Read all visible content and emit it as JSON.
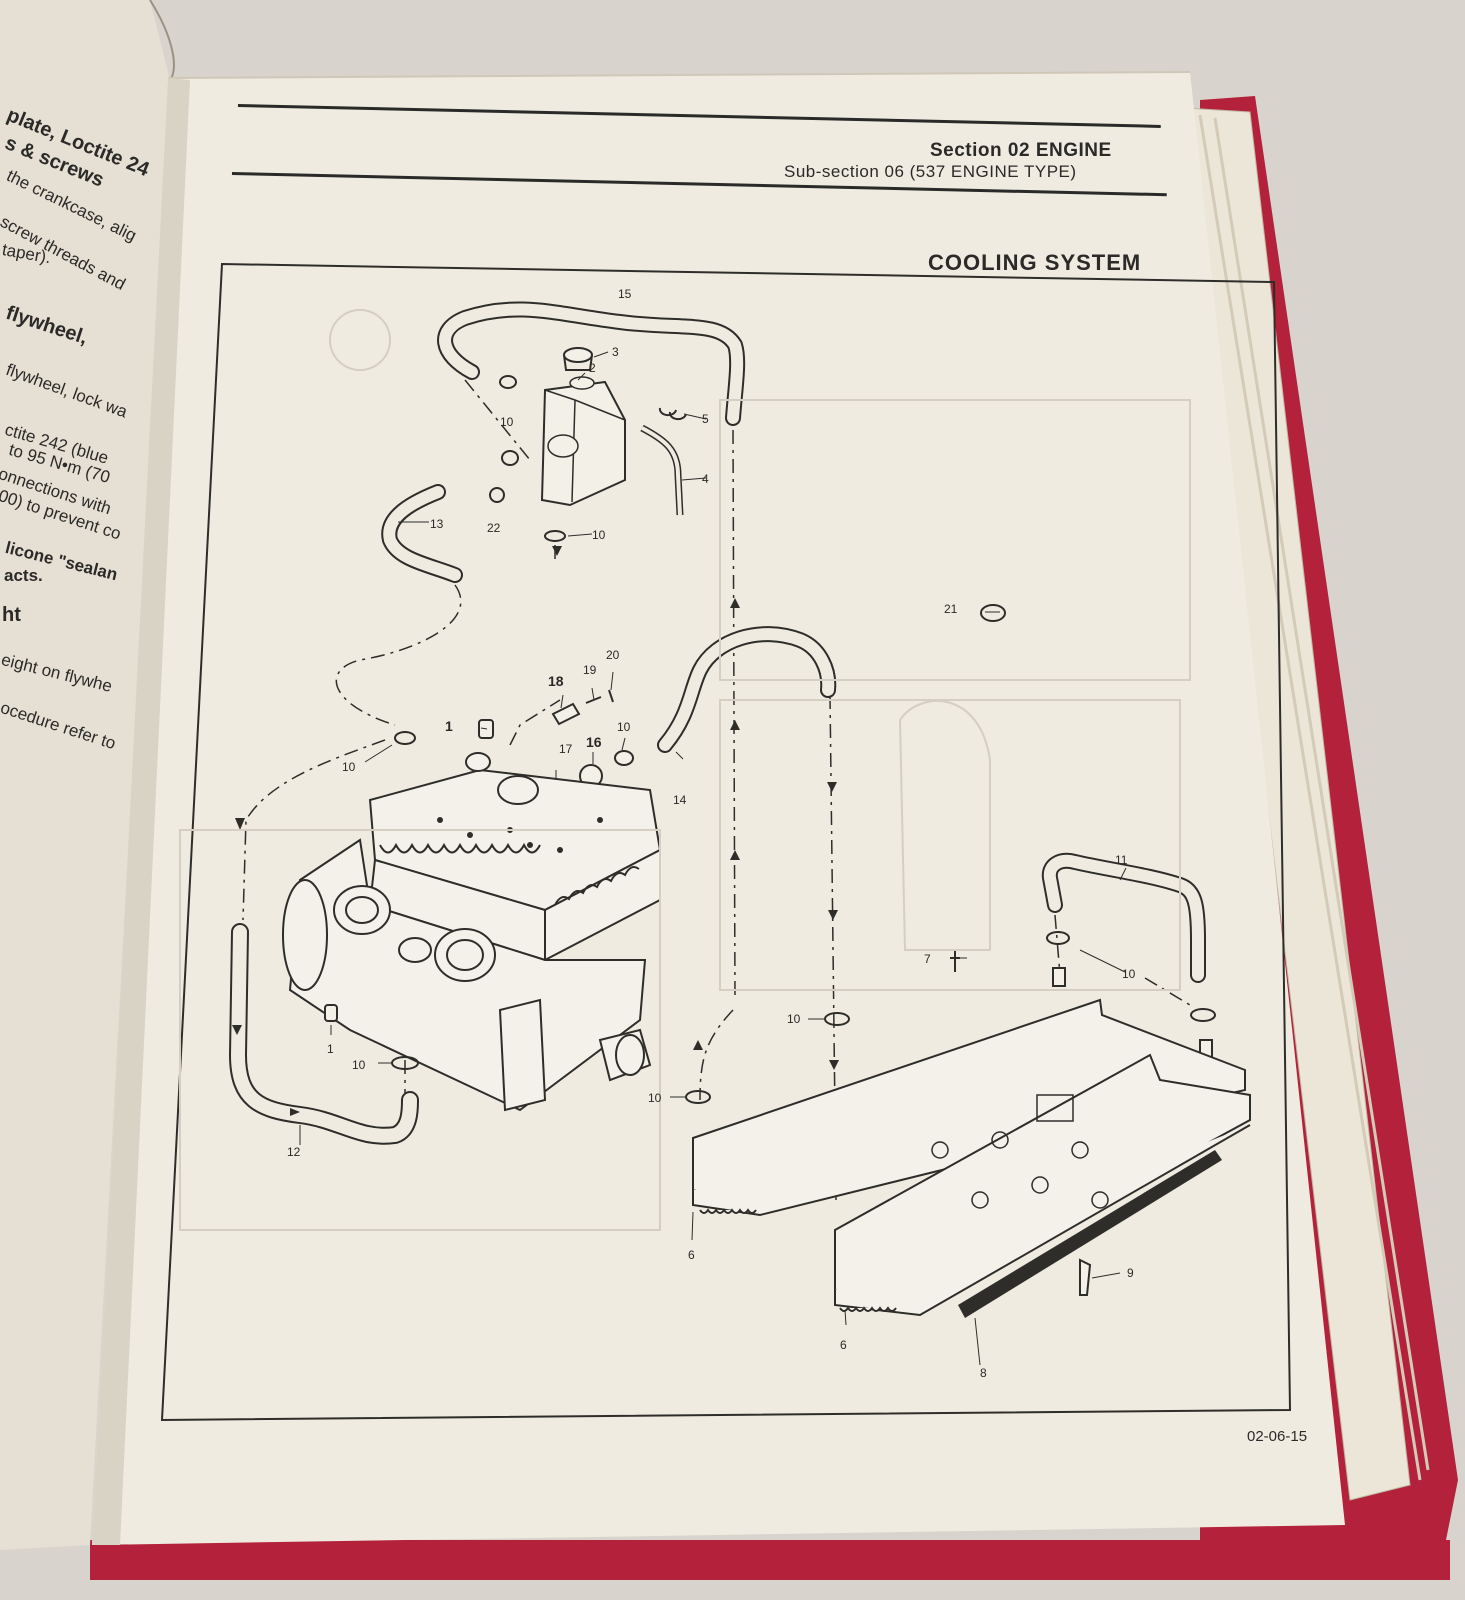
{
  "header": {
    "section": "Section 02   ENGINE",
    "subsection": "Sub-section 06   (537 ENGINE TYPE)"
  },
  "title": "COOLING SYSTEM",
  "page_number": "02-06-15",
  "left_page_fragments": [
    "plate, Loctite 24",
    "s & screws",
    "the crankcase, alig",
    "screw threads and",
    "taper).",
    "flywheel,",
    "flywheel, lock wa",
    "ctite 242 (blue",
    "to 95 N•m (70",
    "onnections with",
    "00) to prevent co",
    "licone \"sealan",
    "acts.",
    "ht",
    "eight on flywhe",
    "ocedure refer to"
  ],
  "callouts": {
    "c1": "1",
    "c1b": "1",
    "c2": "2",
    "c3": "3",
    "c4": "4",
    "c5": "5",
    "c6a": "6",
    "c6b": "6",
    "c7": "7",
    "c8": "8",
    "c9": "9",
    "c10a": "10",
    "c10b": "10",
    "c10c": "10",
    "c10d": "10",
    "c10e": "10",
    "c10f": "10",
    "c10g": "10",
    "c10h": "10",
    "c11": "11",
    "c12": "12",
    "c13": "13",
    "c14": "14",
    "c15": "15",
    "c16": "16",
    "c17": "17",
    "c18": "18",
    "c19": "19",
    "c20": "20",
    "c21": "21",
    "c22": "22"
  }
}
